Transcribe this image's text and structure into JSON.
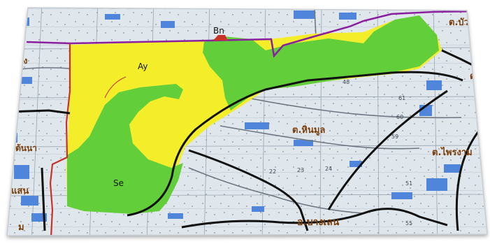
{
  "map": {
    "zone_labels": {
      "ay": "Ay",
      "bn": "Bn",
      "se": "Se"
    },
    "place_labels": {
      "bua_top_right": "ต.บัว",
      "right_edge_partial": "ต.",
      "hin_mun": "ต.หินมูล",
      "phra_ngam": "ต.ไพรงาม",
      "left_wang": "ว่าง",
      "left_nuea": "ต้นนา",
      "left_saen": "แสน",
      "left_bottom": "ม",
      "bang_len": "อ.บางเลน"
    },
    "grid_numbers": [
      "61",
      "60",
      "59",
      "24",
      "23",
      "22",
      "51",
      "55",
      "48"
    ],
    "colors": {
      "yellow_zone": "#f4ee2a",
      "green_zone": "#62cf3a",
      "purple_boundary": "#8a1fa0",
      "red_boundary": "#c8322a",
      "black_boundary": "#111111",
      "water": "#4f86dc",
      "place_text": "#7a3e0a"
    }
  }
}
